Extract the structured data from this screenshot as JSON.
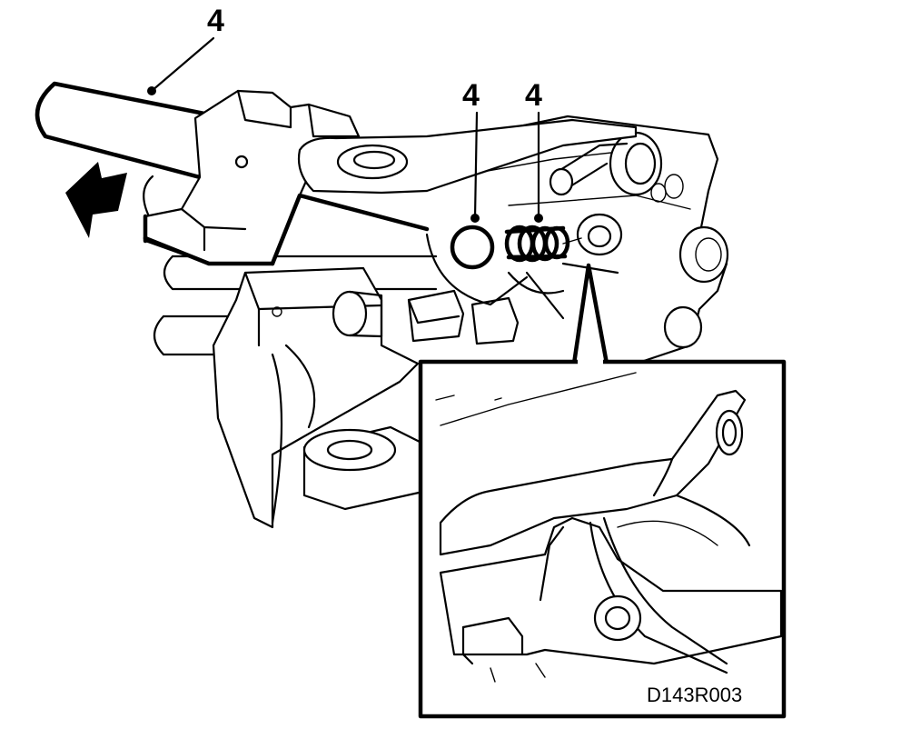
{
  "callouts": {
    "shift_rod": "4",
    "detent_ball": "4",
    "detent_spring": "4"
  },
  "figure_id": "D143R003",
  "colors": {
    "line": "#000000",
    "background": "#ffffff"
  }
}
